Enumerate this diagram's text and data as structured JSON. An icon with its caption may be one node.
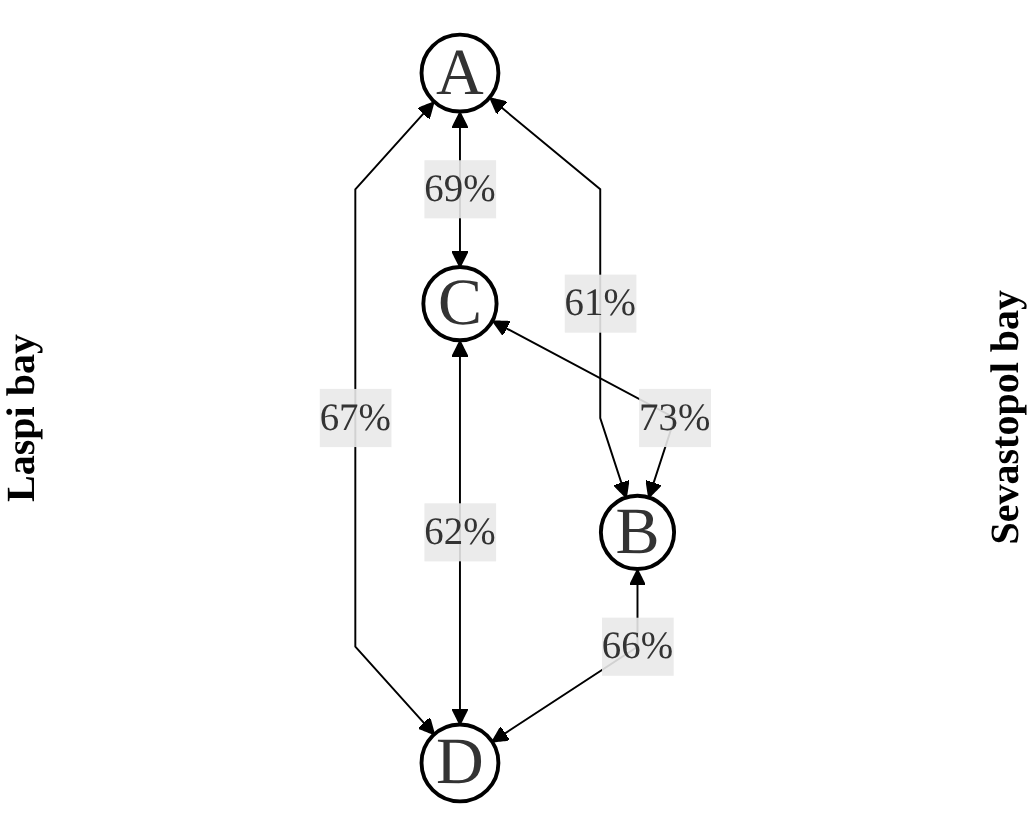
{
  "diagram": {
    "nodes": [
      {
        "text": [
          "A"
        ]
      },
      {
        "text": [
          "C"
        ]
      },
      {
        "text": [
          "B"
        ]
      },
      {
        "text": [
          "D"
        ]
      }
    ],
    "edges": [
      {
        "from": 0,
        "to": 1,
        "arrow": "both",
        "label": "69%"
      },
      {
        "from": 0,
        "to": 2,
        "arrow": "both",
        "label": "61%"
      },
      {
        "from": 1,
        "to": 2,
        "arrow": "both",
        "label": "73%"
      },
      {
        "from": 0,
        "to": 3,
        "arrow": "both",
        "label": "67%"
      },
      {
        "from": 1,
        "to": 3,
        "arrow": "both",
        "label": "62%"
      },
      {
        "from": 2,
        "to": 3,
        "arrow": "both",
        "label": "66%"
      }
    ],
    "labels": [
      "Laspi bay",
      "Sevastopol bay"
    ]
  }
}
